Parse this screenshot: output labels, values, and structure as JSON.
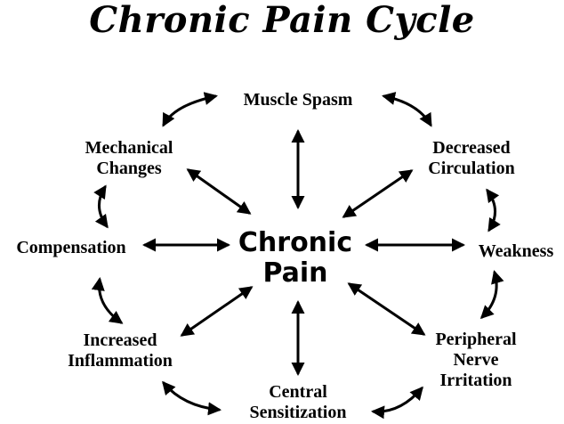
{
  "title": "Chronic Pain Cycle",
  "center": {
    "line1": "Chronic",
    "line2": "Pain"
  },
  "nodes": {
    "muscle_spasm": {
      "line1": "Muscle Spasm"
    },
    "decreased_circulation": {
      "line1": "Decreased",
      "line2": "Circulation"
    },
    "weakness": {
      "line1": "Weakness"
    },
    "peripheral_nerve_irritation": {
      "line1": "Peripheral",
      "line2": "Nerve",
      "line3": "Irritation"
    },
    "central_sensitization": {
      "line1": "Central",
      "line2": "Sensitization"
    },
    "increased_inflammation": {
      "line1": "Increased",
      "line2": "Inflammation"
    },
    "compensation": {
      "line1": "Compensation"
    },
    "mechanical_changes": {
      "line1": "Mechanical",
      "line2": "Changes"
    }
  },
  "colors": {
    "ink": "#000000",
    "background": "#ffffff"
  }
}
